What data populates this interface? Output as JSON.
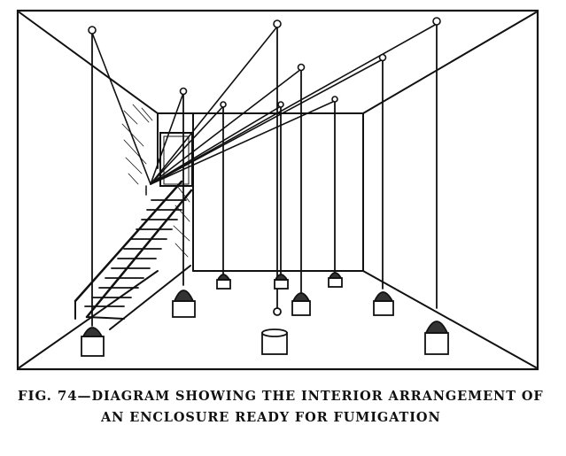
{
  "caption": {
    "figure_label": "FIG. 74—",
    "line1": "DIAGRAM SHOWING THE INTERIOR ARRANGEMENT OF",
    "line2": "AN ENCLOSURE READY FOR FUMIGATION"
  },
  "colors": {
    "ink": "#111111",
    "paper": "#ffffff"
  }
}
